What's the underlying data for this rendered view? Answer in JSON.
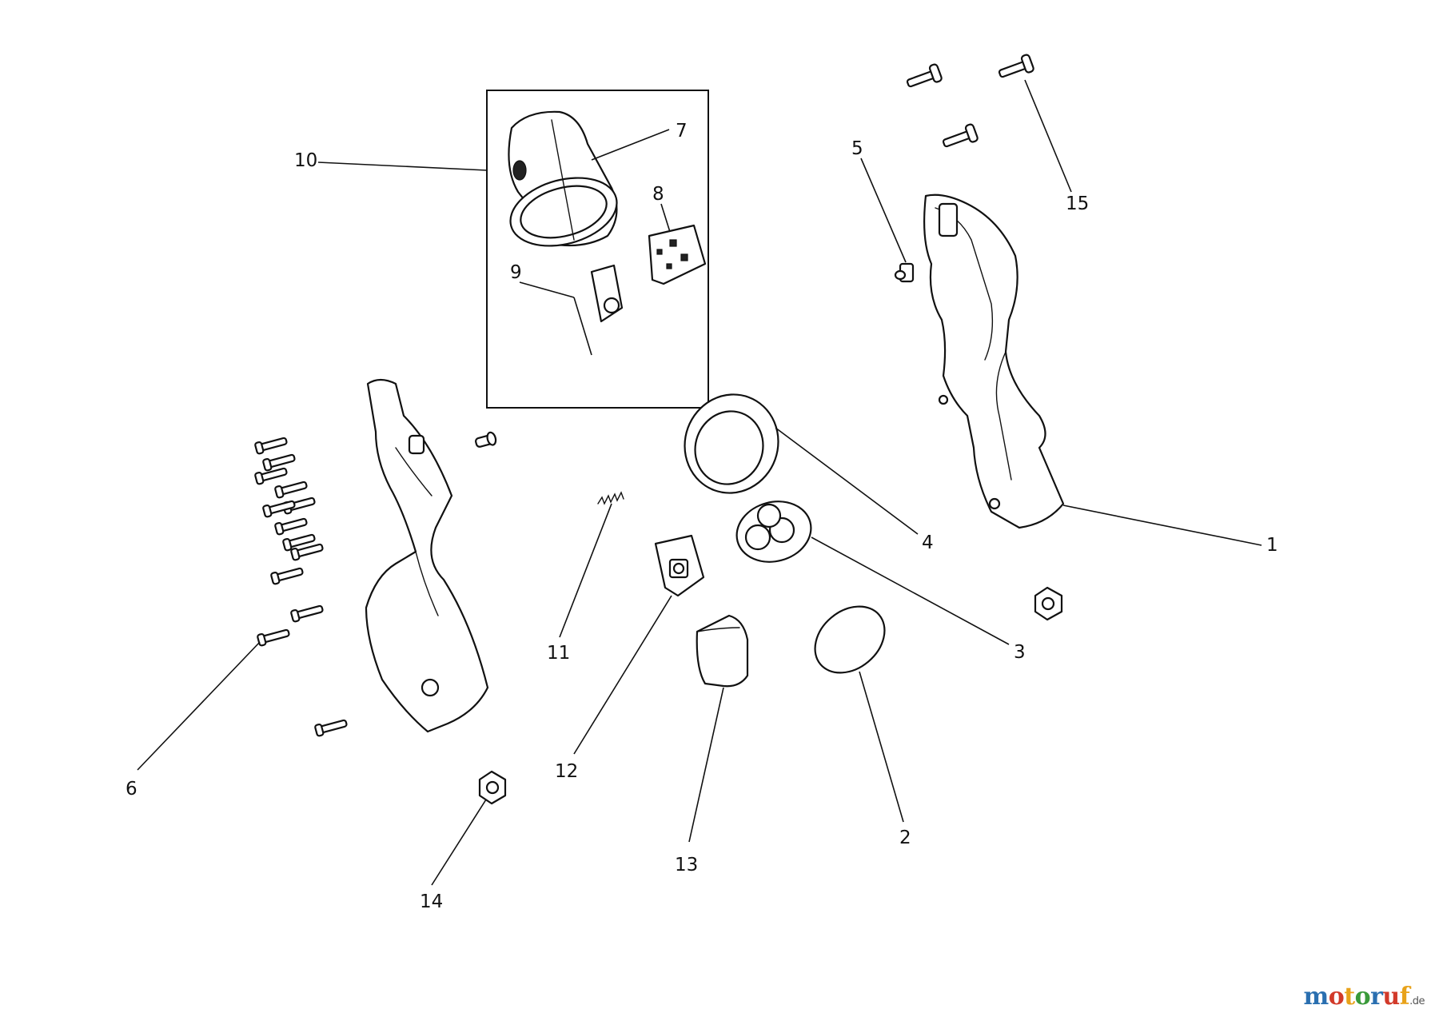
{
  "callouts": {
    "c1": "1",
    "c2": "2",
    "c3": "3",
    "c4": "4",
    "c5": "5",
    "c6": "6",
    "c7": "7",
    "c8": "8",
    "c9": "9",
    "c10": "10",
    "c11": "11",
    "c12": "12",
    "c13": "13",
    "c14": "14",
    "c15": "15"
  },
  "watermark": {
    "letters": [
      "m",
      "o",
      "t",
      "o",
      "r",
      "u",
      "f"
    ],
    "colors": [
      "#2a6fb0",
      "#d23a2a",
      "#e8a21a",
      "#3a9a3a",
      "#2a6fb0",
      "#d23a2a",
      "#e8a21a"
    ],
    "tld": ".de"
  }
}
